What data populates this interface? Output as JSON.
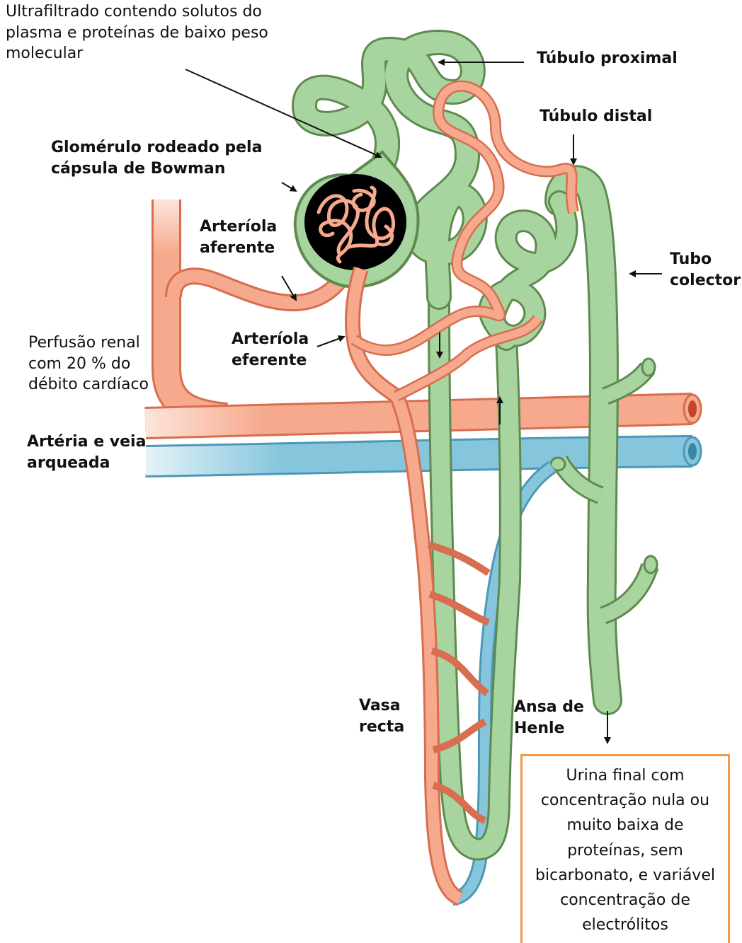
{
  "colors": {
    "tubule_fill": "#a8d59f",
    "tubule_stroke": "#5f8a4f",
    "artery_fill": "#f6a98c",
    "artery_stroke": "#d86d4f",
    "vein_fill": "#86c6dd",
    "vein_stroke": "#4d98b8",
    "box_border": "#f39a4a"
  },
  "labels": {
    "ultrafiltrate": "Ultrafiltrado contendo solutos do\nplasma e proteínas de baixo peso\nmolecular",
    "proximal_tubule": "Túbulo proximal",
    "distal_tubule": "Túbulo distal",
    "glomerulus": "Glomérulo rodeado pela\ncápsula de Bowman",
    "afferent": "Arteríola\naferente",
    "efferent": "Arteríola\neferente",
    "collecting_duct": "Tubo\ncolector",
    "renal_perfusion": "Perfusão renal\ncom 20 % do\ndébito cardíaco",
    "arcuate": "Artéria e veia\narqueada",
    "vasa_recta": "Vasa\nrecta",
    "loop_henle": "Ansa de\nHenle",
    "final_urine": "Urina final com\nconcentração nula ou\nmuito baixa de\nproteínas, sem\nbicarbonato, e variável\nconcentração de\nelectrólitos"
  },
  "icons": [
    "arrow-icon",
    "glomerulus-icon"
  ]
}
